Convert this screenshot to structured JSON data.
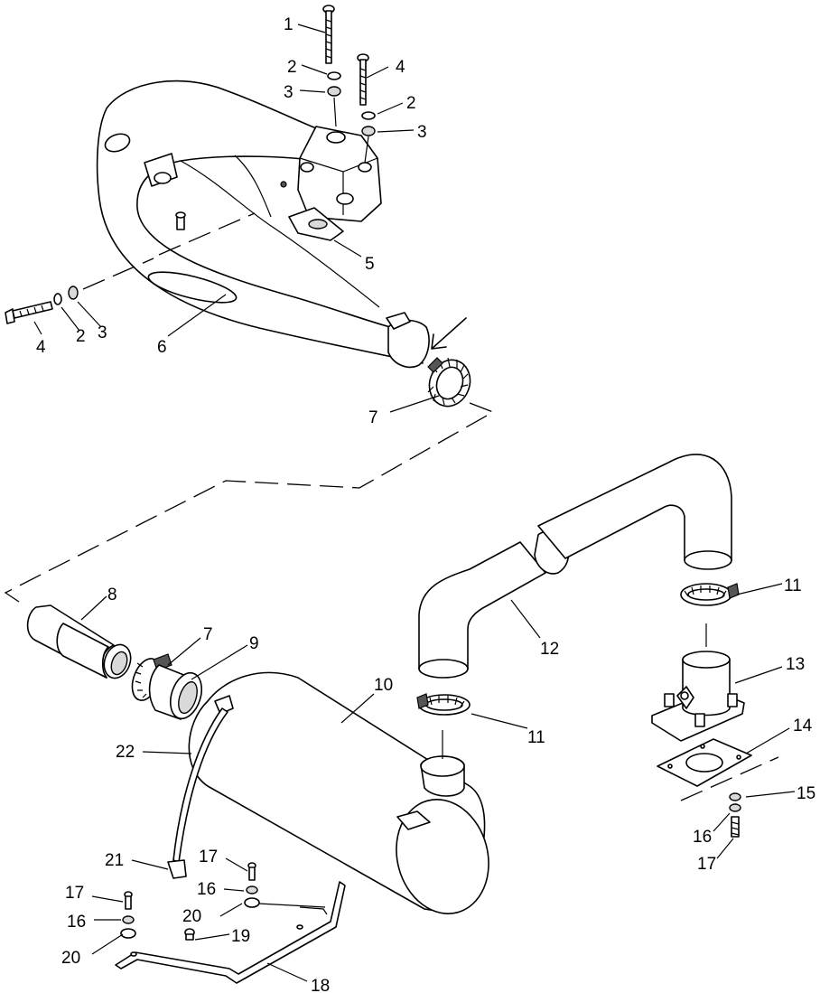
{
  "callouts": {
    "c1": "1",
    "c2a": "2",
    "c3a": "3",
    "c4a": "4",
    "c2b": "2",
    "c3b": "3",
    "c5": "5",
    "c4b": "4",
    "c2c": "2",
    "c3c": "3",
    "c6": "6",
    "c7a": "7",
    "c8": "8",
    "c7b": "7",
    "c9": "9",
    "c10": "10",
    "c12": "12",
    "c11a": "11",
    "c11b": "11",
    "c13": "13",
    "c14": "14",
    "c15": "15",
    "c16a": "16",
    "c17a": "17",
    "c22": "22",
    "c21": "21",
    "c17b": "17",
    "c16b": "16",
    "c20a": "20",
    "c19": "19",
    "c17c": "17",
    "c16c": "16",
    "c20b": "20",
    "c18": "18"
  }
}
